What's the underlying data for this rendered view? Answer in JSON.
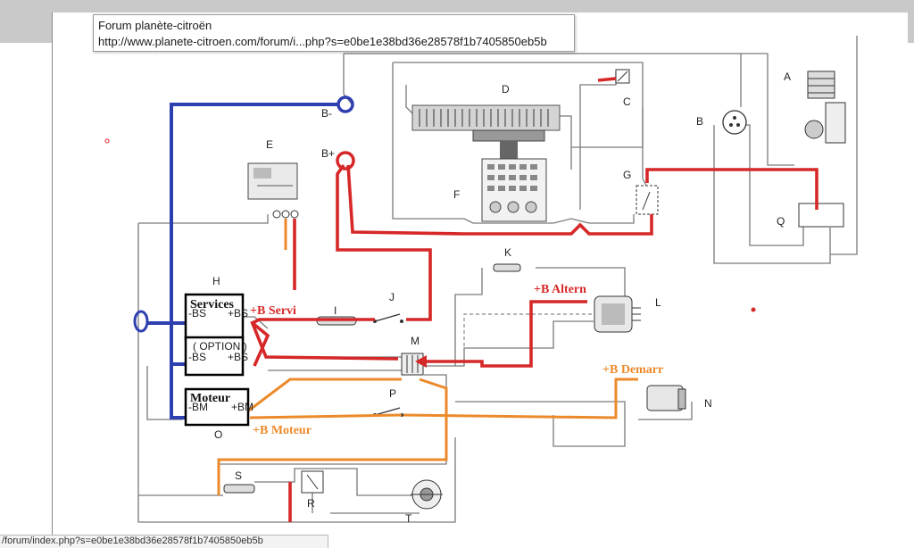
{
  "tooltip": {
    "title": "Forum planète-citroën",
    "url": "http://www.planete-citroen.com/forum/i...php?s=e0be1e38bd36e28578f1b7405850eb5b"
  },
  "statusbar": {
    "url": "/forum/index.php?s=e0be1e38bd36e28578f1b7405850eb5b"
  },
  "diagram": {
    "components": {
      "A": "A",
      "B": "B",
      "C": "C",
      "D": "D",
      "E": "E",
      "F": "F",
      "G": "G",
      "H": "H",
      "I": "I",
      "J": "J",
      "K": "K",
      "L": "L",
      "M": "M",
      "N": "N",
      "O": "O",
      "P": "P",
      "Q": "Q",
      "R": "R",
      "S": "S",
      "T": "T"
    },
    "bus_minus": "B-",
    "bus_plus": "B+",
    "boxes": {
      "services": "Services",
      "option": "( OPTION )",
      "moteur": "Moteur"
    },
    "terminals": {
      "bs_neg": "-BS",
      "bs_pos": "+BS",
      "bm_neg": "-BM",
      "bm_pos": "+BM"
    },
    "annotations": {
      "b_servi": "+B Servi",
      "b_altern": "+B  Altern",
      "b_demarr": "+B Demarr",
      "b_moteur": "+B Moteur"
    },
    "colors": {
      "blue": "#2e3fb0",
      "red": "#d62828",
      "orange": "#ec8a2b",
      "wire": "#7a7a7a"
    }
  }
}
